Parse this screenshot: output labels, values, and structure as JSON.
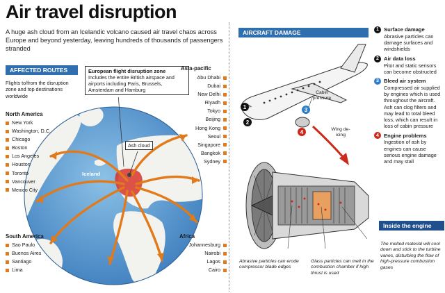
{
  "header": {
    "title": "Air travel disruption",
    "subtitle": "A huge ash cloud from an Icelandic volcano caused air travel chaos across Europe and beyond yesterday, leaving hundreds of thousands of passengers stranded"
  },
  "affected": {
    "banner": "AFFECTED ROUTES",
    "intro": "Flights to/from the disruption zone and top destinations worldwide",
    "zone_callout_title": "European flight disruption zone",
    "zone_callout_body": "Includes the entire British airspace and airports including Paris, Brussels, Amsterdam and Hamburg",
    "ash_label": "Ash cloud",
    "iceland_label": "Iceland",
    "regions": {
      "north_america": {
        "name": "North America",
        "cities": [
          "New York",
          "Washington, D.C.",
          "Chicago",
          "Boston",
          "Los Angeles",
          "Houston",
          "Toronto",
          "Vancouver",
          "Mexico City"
        ]
      },
      "south_america": {
        "name": "South America",
        "cities": [
          "Sao Paulo",
          "Buenos Aires",
          "Santiago",
          "Lima"
        ]
      },
      "asia_pacific": {
        "name": "Asia-pacific",
        "cities": [
          "Abu Dhabi",
          "Dubai",
          "New Delhi",
          "Riyadh",
          "Tokyo",
          "Beijing",
          "Hong Kong",
          "Seoul",
          "Singapore",
          "Bangkok",
          "Sydney"
        ]
      },
      "africa": {
        "name": "Africa",
        "cities": [
          "Johannesburg",
          "Nairobi",
          "Lagos",
          "Cairo"
        ]
      }
    }
  },
  "damage": {
    "banner": "AIRCRAFT DAMAGE",
    "steps": [
      {
        "num": "1",
        "title": "Surface damage",
        "body": "Abrasive particles can damage surfaces and windshields"
      },
      {
        "num": "2",
        "title": "Air data loss",
        "body": "Pitot and static sensors can become obstructed"
      },
      {
        "num": "3",
        "title": "Bleed air system",
        "body": "Compressed air supplied by engines which is used throughout the aircraft. Ash can clog filters and may lead to total bleed loss, which can result in loss of cabin pressure"
      },
      {
        "num": "4",
        "title": "Engine problems",
        "body": "Ingestion of ash by engines can cause serious engine damage and may stall"
      }
    ],
    "plane_labels": {
      "cabin": "Cabin pressure",
      "wing": "Wing de-icing"
    },
    "engine_banner": "Inside the engine",
    "captions": {
      "abrasive": "Abrasive particles can erode compressor blade edges",
      "glass": "Glass particles can melt in the combustion chamber if high thrust is used",
      "melted": "The melted material will cool down and stick to the turbine vanes, disturbing the flow of high-pressure combustion gases"
    }
  },
  "colors": {
    "banner_blue": "#2f6fb0",
    "route_orange": "#e07a1a",
    "ocean": "#5f9fd3",
    "land": "#f2f2ee",
    "zone_red": "#d8362a"
  }
}
